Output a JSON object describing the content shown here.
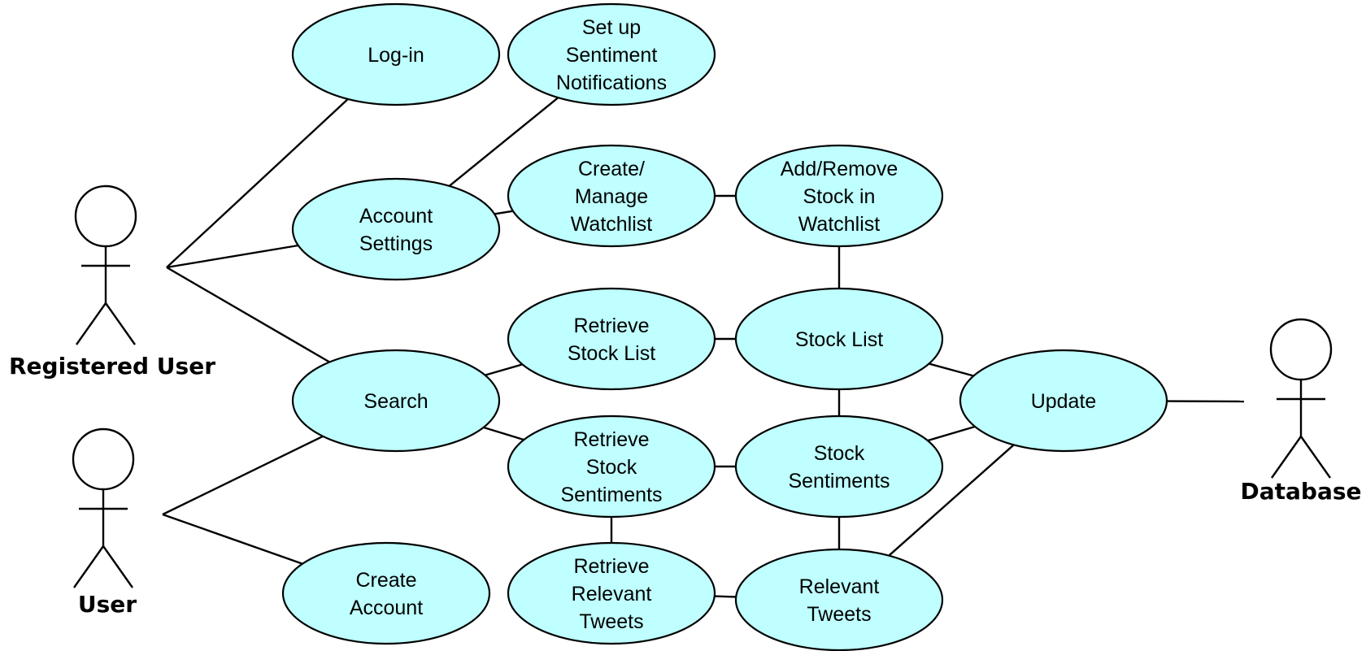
{
  "diagram_type": "use case diagram",
  "colors": {
    "use_case_fill": "#bfffff",
    "stroke": "#000000",
    "background": "#ffffff"
  },
  "actors": [
    {
      "id": "registered",
      "name": "Registered User"
    },
    {
      "id": "user",
      "name": "User"
    },
    {
      "id": "database",
      "name": "Database"
    }
  ],
  "use_cases": [
    {
      "id": "login",
      "lines": [
        "Log-in"
      ]
    },
    {
      "id": "notif",
      "lines": [
        "Set up",
        "Sentiment",
        "Notifications"
      ]
    },
    {
      "id": "settings",
      "lines": [
        "Account",
        "Settings"
      ]
    },
    {
      "id": "watchlist",
      "lines": [
        "Create/",
        "Manage",
        "Watchlist"
      ]
    },
    {
      "id": "addremove",
      "lines": [
        "Add/Remove",
        "Stock in",
        "Watchlist"
      ]
    },
    {
      "id": "search",
      "lines": [
        "Search"
      ]
    },
    {
      "id": "retlist",
      "lines": [
        "Retrieve",
        "Stock List"
      ]
    },
    {
      "id": "stocklist",
      "lines": [
        "Stock List"
      ]
    },
    {
      "id": "update",
      "lines": [
        "Update"
      ]
    },
    {
      "id": "retsent",
      "lines": [
        "Retrieve",
        "Stock",
        "Sentiments"
      ]
    },
    {
      "id": "sentiments",
      "lines": [
        "Stock",
        "Sentiments"
      ]
    },
    {
      "id": "create",
      "lines": [
        "Create",
        "Account"
      ]
    },
    {
      "id": "rettweets",
      "lines": [
        "Retrieve",
        "Relevant",
        "Tweets"
      ]
    },
    {
      "id": "tweets",
      "lines": [
        "Relevant",
        "Tweets"
      ]
    }
  ],
  "associations": [
    [
      "registered",
      "login"
    ],
    [
      "registered",
      "settings"
    ],
    [
      "registered",
      "search"
    ],
    [
      "user",
      "search"
    ],
    [
      "user",
      "create"
    ],
    [
      "settings",
      "notif"
    ],
    [
      "settings",
      "watchlist"
    ],
    [
      "watchlist",
      "addremove"
    ],
    [
      "addremove",
      "stocklist"
    ],
    [
      "search",
      "retlist"
    ],
    [
      "search",
      "retsent"
    ],
    [
      "retlist",
      "stocklist"
    ],
    [
      "retsent",
      "sentiments"
    ],
    [
      "retsent",
      "rettweets"
    ],
    [
      "rettweets",
      "tweets"
    ],
    [
      "stocklist",
      "sentiments"
    ],
    [
      "sentiments",
      "tweets"
    ],
    [
      "stocklist",
      "update"
    ],
    [
      "sentiments",
      "update"
    ],
    [
      "tweets",
      "update"
    ],
    [
      "update",
      "database"
    ]
  ]
}
